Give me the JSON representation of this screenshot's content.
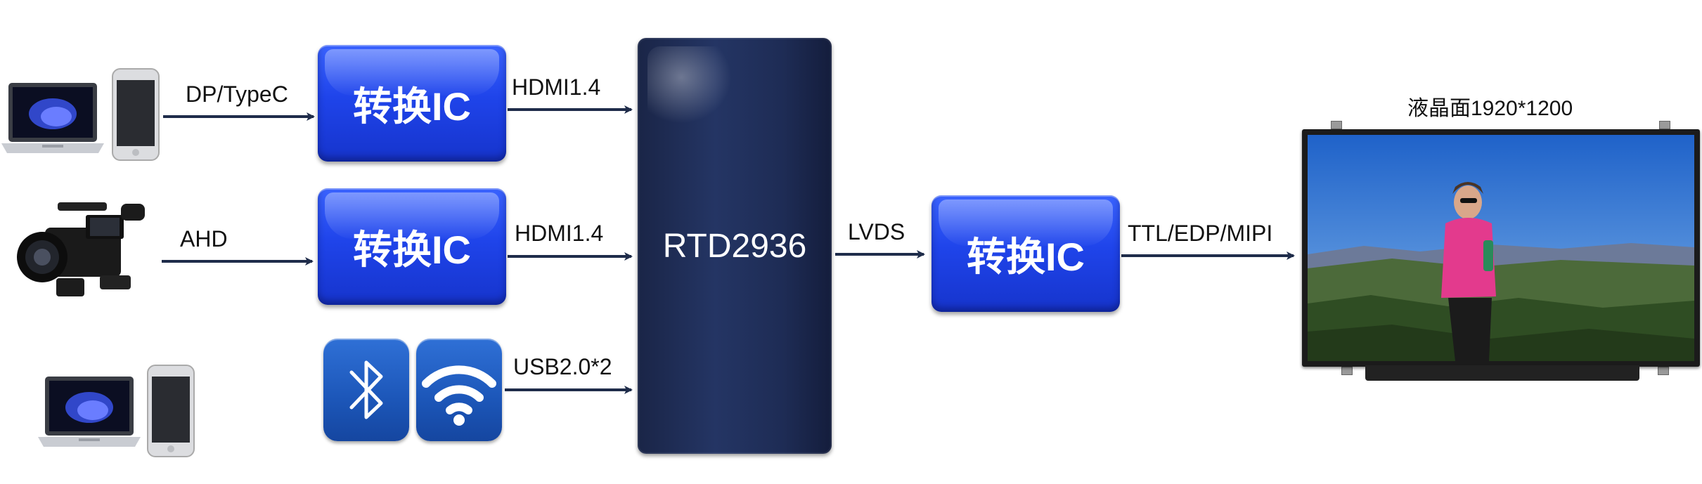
{
  "diagram": {
    "chip_label": "RTD2936",
    "converter_label": "转换IC",
    "edges": {
      "dp_typec": "DP/TypeC",
      "ahd": "AHD",
      "hdmi_top": "HDMI1.4",
      "hdmi_mid": "HDMI1.4",
      "usb": "USB2.0*2",
      "lvds": "LVDS",
      "ttl": "TTL/EDP/MIPI"
    },
    "panel_label": "液晶面1920*1200"
  },
  "colors": {
    "converter_blue": "#1f44ea",
    "chip_navy": "#1e2c55",
    "arrow": "#1f2c4a",
    "badge_blue": "#1c56b8"
  },
  "icons": [
    "laptop-icon",
    "phone-icon",
    "camcorder-icon",
    "bluetooth-icon",
    "wifi-icon",
    "lcd-panel-image"
  ]
}
